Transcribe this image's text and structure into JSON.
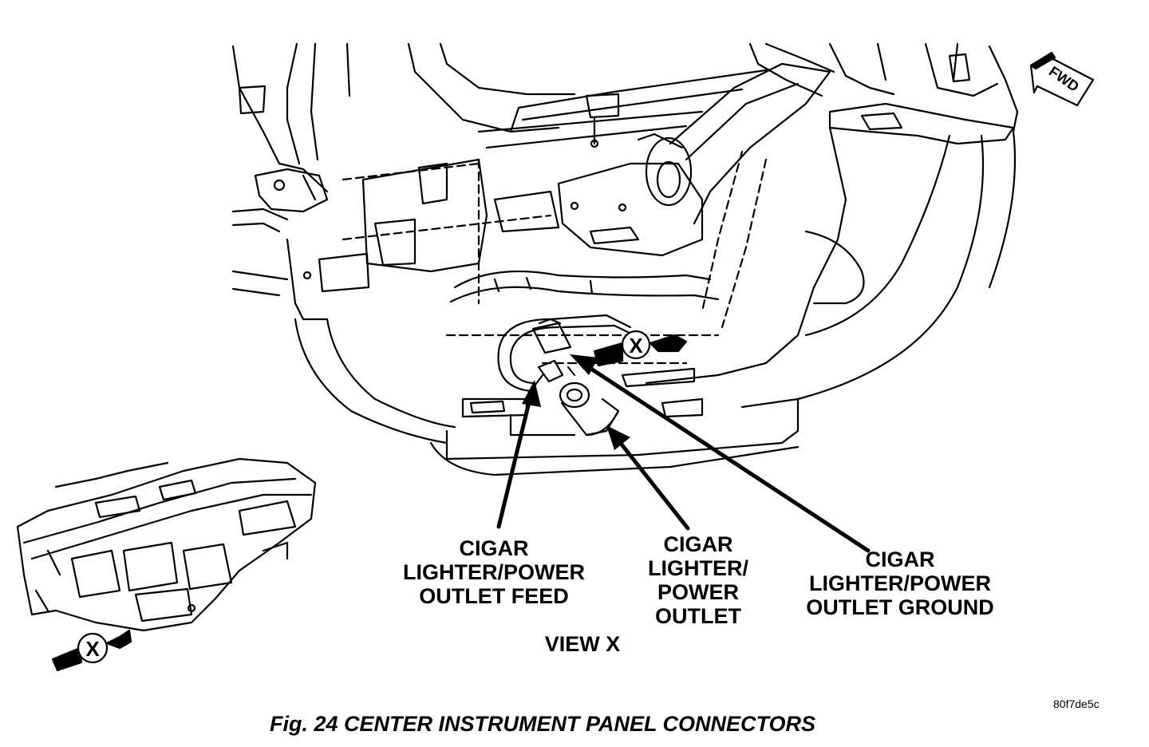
{
  "figure": {
    "caption": "Fig. 24 CENTER INSTRUMENT PANEL CONNECTORS",
    "code": "80f7de5c",
    "view_label": "VIEW X",
    "view_marker": "X",
    "orientation_marker": "FWD"
  },
  "callouts": {
    "feed": [
      "CIGAR",
      "LIGHTER/POWER",
      "OUTLET FEED"
    ],
    "outlet": [
      "CIGAR",
      "LIGHTER/",
      "POWER",
      "OUTLET"
    ],
    "ground": [
      "CIGAR",
      "LIGHTER/POWER",
      "OUTLET GROUND"
    ]
  },
  "colors": {
    "ink": "#000000",
    "paper": "#ffffff"
  }
}
